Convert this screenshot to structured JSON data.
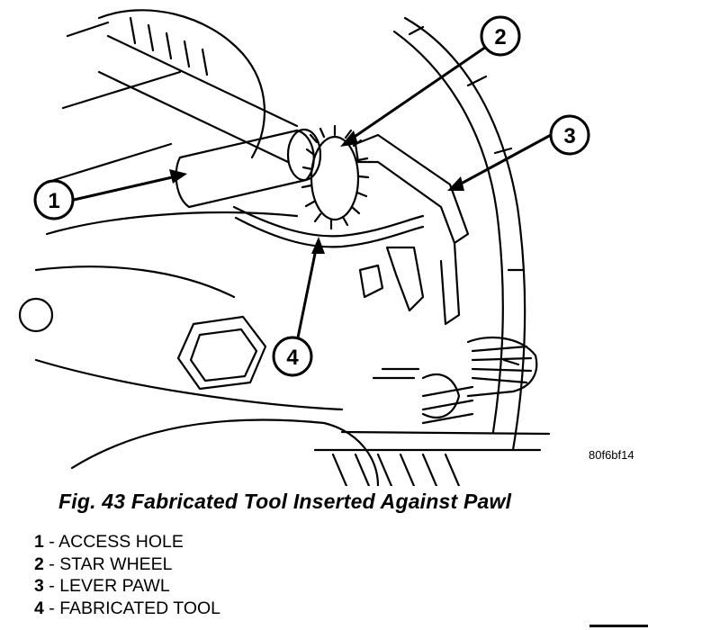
{
  "figure": {
    "code": "80f6bf14",
    "caption": "Fig. 43 Fabricated Tool Inserted Against Pawl"
  },
  "callouts": [
    {
      "number": "1",
      "label": "ACCESS HOLE"
    },
    {
      "number": "2",
      "label": "STAR WHEEL"
    },
    {
      "number": "3",
      "label": "LEVER PAWL"
    },
    {
      "number": "4",
      "label": "FABRICATED TOOL"
    }
  ],
  "legend_separator": " - "
}
